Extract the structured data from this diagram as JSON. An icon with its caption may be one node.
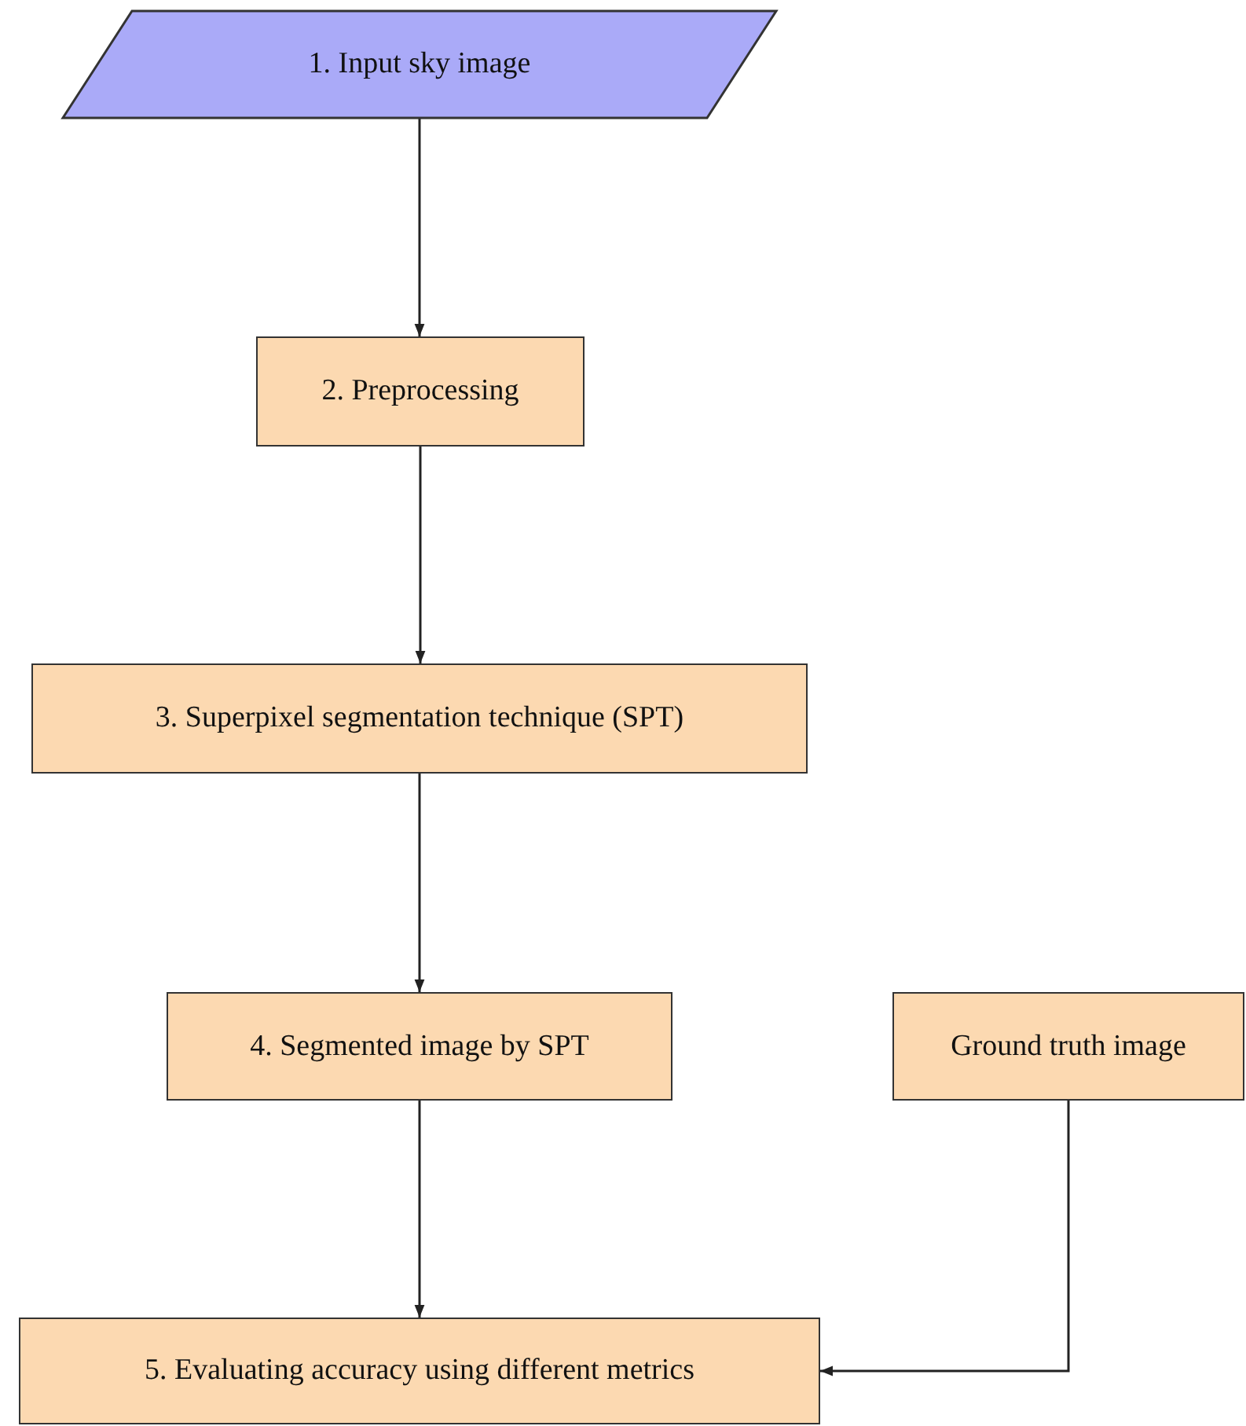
{
  "diagram": {
    "nodes": [
      {
        "text": [
          "1. Input sky image"
        ]
      },
      {
        "text": [
          "2. Preprocessing"
        ]
      },
      {
        "text": [
          "3. Superpixel segmentation technique (SPT)"
        ]
      },
      {
        "text": [
          "4. Segmented image by SPT"
        ]
      },
      {
        "text": [
          "Ground truth image"
        ]
      },
      {
        "text": [
          "5. Evaluating accuracy using different metrics"
        ]
      }
    ],
    "edges": [
      {
        "from": 0,
        "to": 1,
        "arrow": "to"
      },
      {
        "from": 1,
        "to": 2,
        "arrow": "to"
      },
      {
        "from": 2,
        "to": 3,
        "arrow": "to"
      },
      {
        "from": 3,
        "to": 5,
        "arrow": "to"
      },
      {
        "from": 4,
        "to": 5,
        "arrow": "to"
      }
    ]
  }
}
